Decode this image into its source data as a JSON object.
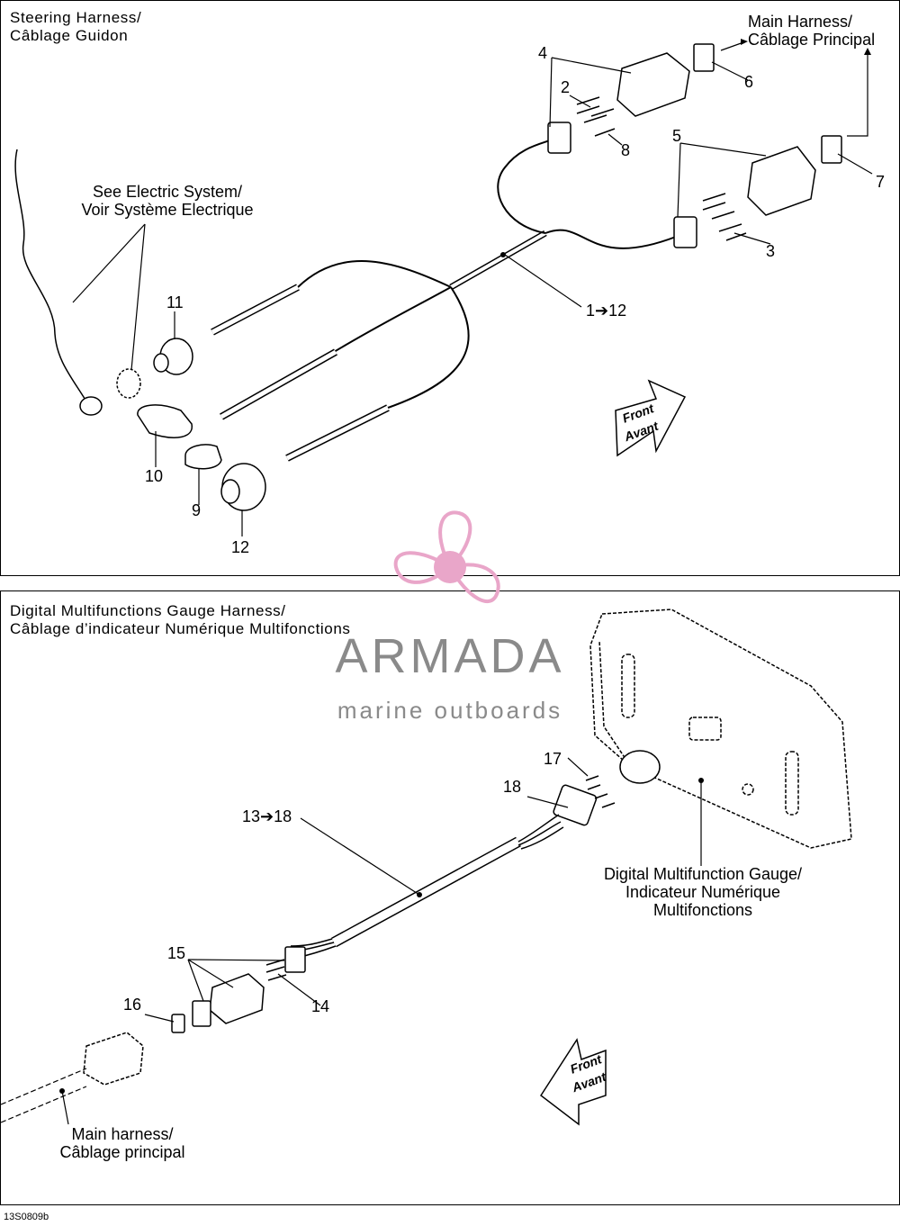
{
  "top_panel": {
    "title_line1": "Steering Harness/",
    "title_line2": "Câblage Guidon",
    "main_harness_line1": "Main Harness/",
    "main_harness_line2": "Câblage Principal",
    "see_electric_line1": "See Electric System/",
    "see_electric_line2": "Voir Système Electrique",
    "front_line1": "Front",
    "front_line2": "Avant",
    "callouts": {
      "c1_12": "1➔12",
      "c2": "2",
      "c3": "3",
      "c4": "4",
      "c5": "5",
      "c6": "6",
      "c7": "7",
      "c8": "8",
      "c9": "9",
      "c10": "10",
      "c11": "11",
      "c12": "12"
    }
  },
  "bottom_panel": {
    "title_line1": "Digital Multifunctions Gauge Harness/",
    "title_line2": "Câblage d’indicateur Numérique Multifonctions",
    "gauge_line1": "Digital Multifunction Gauge/",
    "gauge_line2": "Indicateur Numérique",
    "gauge_line3": "Multifonctions",
    "main_harness_line1": "Main harness/",
    "main_harness_line2": "Câblage principal",
    "front_line1": "Front",
    "front_line2": "Avant",
    "callouts": {
      "c13_18": "13➔18",
      "c14": "14",
      "c15": "15",
      "c16": "16",
      "c17": "17",
      "c18": "18"
    }
  },
  "watermark": {
    "brand": "ARMADA",
    "tagline": "marine outboards",
    "color": "#e9a6c9"
  },
  "document_code": "13S0809b"
}
